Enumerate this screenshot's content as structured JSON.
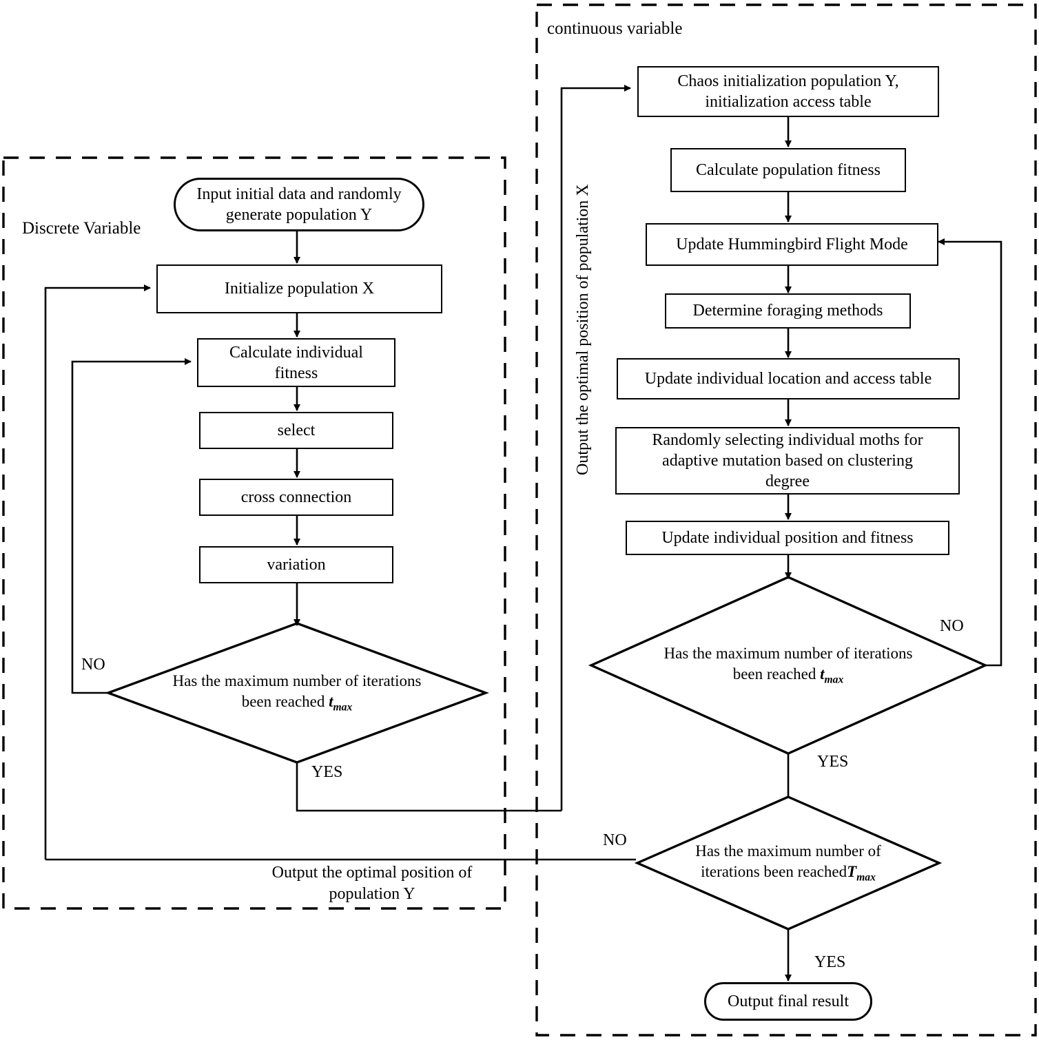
{
  "diagram": {
    "title_left_panel": "Discrete Variable",
    "title_right_panel": "continuous variable",
    "bridge_label_vertical": "Output the optimal position of population X",
    "bridge_label_bottom_line1": "Output the optimal position of",
    "bridge_label_bottom_line2": "population Y",
    "colors": {
      "stroke": "#000000",
      "fill": "#ffffff",
      "background": "#ffffff"
    }
  },
  "left": {
    "nodes": [
      {
        "id": "start",
        "type": "terminator",
        "line1": "Input initial data and randomly",
        "line2": "generate population Y"
      },
      {
        "id": "init_x",
        "type": "process",
        "line1": "Initialize population X"
      },
      {
        "id": "calc_fit",
        "type": "process",
        "line1": "Calculate individual",
        "line2": "fitness"
      },
      {
        "id": "select",
        "type": "process",
        "line1": "select"
      },
      {
        "id": "cross",
        "type": "process",
        "line1": "cross connection"
      },
      {
        "id": "variation",
        "type": "process",
        "line1": "variation"
      },
      {
        "id": "decision_t",
        "type": "decision",
        "line1": "Has the maximum number of iterations",
        "line2": "been reached ",
        "var": "t",
        "varsub": "max"
      }
    ],
    "edge_labels": {
      "no": "NO",
      "yes": "YES"
    }
  },
  "right": {
    "nodes": [
      {
        "id": "chaos_init",
        "type": "process",
        "line1": "Chaos initialization population Y,",
        "line2": "initialization access table"
      },
      {
        "id": "calc_pop_fit",
        "type": "process",
        "line1": "Calculate population fitness"
      },
      {
        "id": "update_flight",
        "type": "process",
        "line1": "Update Hummingbird Flight Mode"
      },
      {
        "id": "foraging",
        "type": "process",
        "line1": "Determine foraging methods"
      },
      {
        "id": "update_loc",
        "type": "process",
        "line1": "Update individual location and access table"
      },
      {
        "id": "mutation",
        "type": "process",
        "line1": "Randomly selecting individual moths for",
        "line2": "adaptive mutation based on clustering",
        "line3": "degree"
      },
      {
        "id": "update_pos",
        "type": "process",
        "line1": "Update individual position and fitness"
      },
      {
        "id": "decision_t",
        "type": "decision",
        "line1": "Has the maximum number of iterations",
        "line2": "been reached ",
        "var": "t",
        "varsub": "max"
      },
      {
        "id": "decision_T",
        "type": "decision",
        "line1": "Has the maximum number of",
        "line2": "iterations been reached",
        "var": "T",
        "varsub": "max"
      },
      {
        "id": "end",
        "type": "terminator",
        "line1": "Output final result"
      }
    ],
    "edge_labels": {
      "no_inner": "NO",
      "yes_inner": "YES",
      "no_outer": "NO",
      "yes_outer": "YES"
    }
  }
}
